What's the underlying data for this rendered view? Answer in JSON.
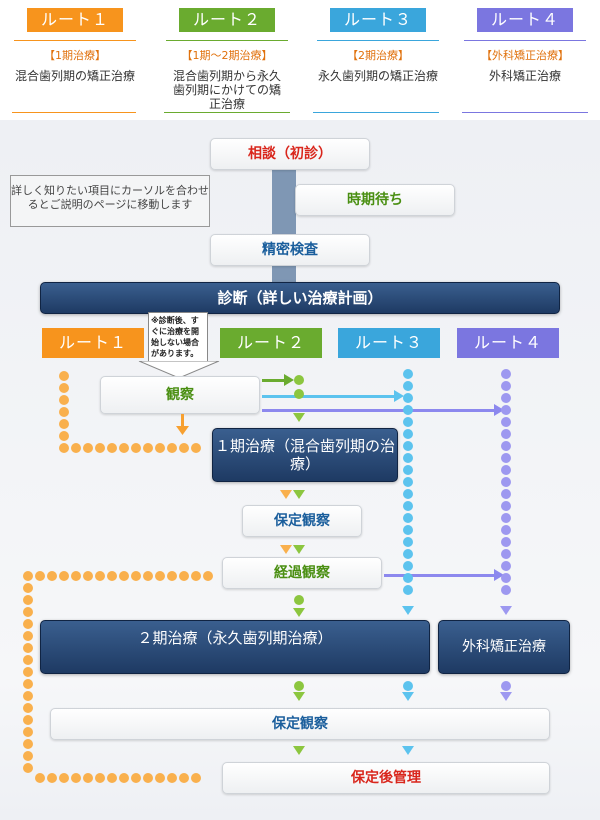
{
  "colors": {
    "route1": "#f7941d",
    "route2": "#6aab2f",
    "route3": "#3aa6dc",
    "route4": "#7b76e0",
    "red": "#d9261c",
    "green": "#4a8f12",
    "blue": "#1a5e9c",
    "dark": "#1f3d66"
  },
  "header": {
    "routes": [
      {
        "badge": "ルート１",
        "label": "【1期治療】",
        "desc": "混合歯列期の矯正治療"
      },
      {
        "badge": "ルート２",
        "label": "【1期〜2期治療】",
        "desc": "混合歯列期から永久歯列期にかけての矯正治療"
      },
      {
        "badge": "ルート３",
        "label": "【2期治療】",
        "desc": "永久歯列期の矯正治療"
      },
      {
        "badge": "ルート４",
        "label": "【外科矯正治療】",
        "desc": "外科矯正治療"
      }
    ]
  },
  "note": {
    "text": "詳しく知りたい項目にカーソルを合わせるとご説明のページに移動します"
  },
  "flow": {
    "consult": "相談（初診）",
    "wait": "時期待ち",
    "exam": "精密検査",
    "diagnosis": "診断（詳しい治療計画）",
    "route_labels": [
      "ルート１",
      "ルート２",
      "ルート３",
      "ルート４"
    ],
    "callout": "※診断後、すぐに治療を開始しない場合があります。",
    "observe": "観察",
    "phase1": "１期治療（混合歯列期の治療）",
    "retention1": "保定観察",
    "progress": "経過観察",
    "phase2": "２期治療（永久歯列期治療）",
    "surgical": "外科矯正治療",
    "retention2": "保定観察",
    "maintenance": "保定後管理"
  }
}
